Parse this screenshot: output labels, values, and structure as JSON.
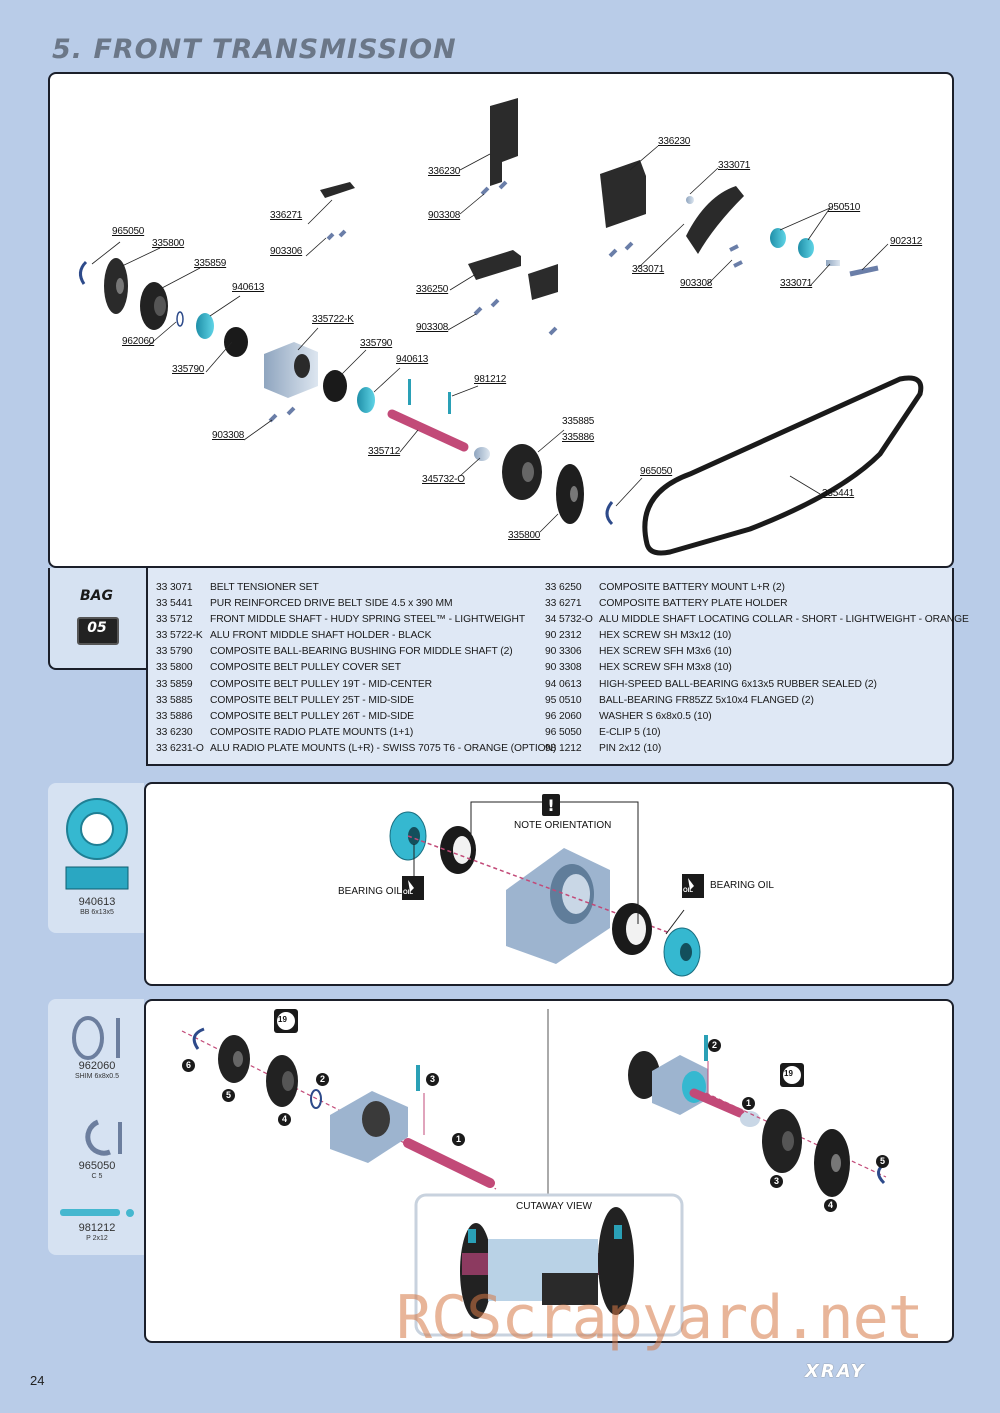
{
  "page_title": "5. FRONT TRANSMISSION",
  "page_number": "24",
  "brand": "XRAY",
  "watermark": "RCScrapyard.net",
  "bag": {
    "label": "BAG",
    "number": "05"
  },
  "diagram_labels": [
    "965050",
    "335800",
    "335859",
    "940613",
    "962060",
    "335790",
    "336271",
    "903306",
    "335722-K",
    "335790",
    "940613",
    "981212",
    "903308",
    "335712",
    "345732-O",
    "335885",
    "335886",
    "335800",
    "965050",
    "335441",
    "336230",
    "903308",
    "336250",
    "903308",
    "336230",
    "333071",
    "333071",
    "903308",
    "950510",
    "902312",
    "333071"
  ],
  "parts_left": [
    {
      "code": "33 3071",
      "desc": "BELT TENSIONER SET"
    },
    {
      "code": "33 5441",
      "desc": "PUR REINFORCED DRIVE BELT SIDE 4.5 x 390 MM"
    },
    {
      "code": "33 5712",
      "desc": "FRONT MIDDLE SHAFT - HUDY SPRING STEEL™ - LIGHTWEIGHT"
    },
    {
      "code": "33 5722-K",
      "desc": "ALU FRONT MIDDLE SHAFT HOLDER - BLACK"
    },
    {
      "code": "33 5790",
      "desc": "COMPOSITE BALL-BEARING BUSHING FOR MIDDLE SHAFT (2)"
    },
    {
      "code": "33 5800",
      "desc": "COMPOSITE BELT PULLEY COVER SET"
    },
    {
      "code": "33 5859",
      "desc": "COMPOSITE BELT PULLEY 19T - MID-CENTER"
    },
    {
      "code": "33 5885",
      "desc": "COMPOSITE BELT PULLEY 25T - MID-SIDE"
    },
    {
      "code": "33 5886",
      "desc": "COMPOSITE BELT PULLEY 26T - MID-SIDE"
    },
    {
      "code": "33 6230",
      "desc": "COMPOSITE RADIO PLATE MOUNTS (1+1)"
    },
    {
      "code": "33 6231-O",
      "desc": "ALU RADIO PLATE MOUNTS (L+R) - SWISS 7075 T6 - ORANGE (OPTION)"
    }
  ],
  "parts_right": [
    {
      "code": "33 6250",
      "desc": "COMPOSITE BATTERY MOUNT L+R (2)"
    },
    {
      "code": "33 6271",
      "desc": "COMPOSITE BATTERY PLATE HOLDER"
    },
    {
      "code": "34 5732-O",
      "desc": "ALU MIDDLE SHAFT LOCATING COLLAR - SHORT - LIGHTWEIGHT - ORANGE"
    },
    {
      "code": "90 2312",
      "desc": "HEX SCREW SH M3x12  (10)"
    },
    {
      "code": "90 3306",
      "desc": "HEX SCREW SFH M3x6  (10)"
    },
    {
      "code": "90 3308",
      "desc": "HEX SCREW SFH M3x8  (10)"
    },
    {
      "code": "94 0613",
      "desc": "HIGH-SPEED BALL-BEARING 6x13x5 RUBBER SEALED  (2)"
    },
    {
      "code": "95 0510",
      "desc": "BALL-BEARING FR85ZZ 5x10x4 FLANGED  (2)"
    },
    {
      "code": "96 2060",
      "desc": "WASHER S 6x8x0.5  (10)"
    },
    {
      "code": "96 5050",
      "desc": "E-CLIP 5  (10)"
    },
    {
      "code": "98 1212",
      "desc": "PIN 2x12  (10)"
    }
  ],
  "step1": {
    "note": "NOTE ORIENTATION",
    "oil_left": "BEARING OIL",
    "oil_right": "BEARING OIL",
    "oil_icon_text": "OIL",
    "side_part": {
      "code": "940613",
      "desc": "BB 6x13x5"
    }
  },
  "step2": {
    "cutaway": "CUTAWAY VIEW",
    "side_parts": [
      {
        "code": "962060",
        "desc": "SHIM 6x8x0.5"
      },
      {
        "code": "965050",
        "desc": "C 5"
      },
      {
        "code": "981212",
        "desc": "P 2x12"
      }
    ],
    "pulley_teeth": "19",
    "left_steps": [
      "6",
      "5",
      "4",
      "2",
      "3",
      "1"
    ],
    "right_steps": [
      "2",
      "1",
      "3",
      "4",
      "5"
    ]
  },
  "colors": {
    "background": "#b9cce8",
    "bearing": "#35b8d0",
    "shaft": "#c24a78",
    "panel_border": "#1b1f2a"
  }
}
